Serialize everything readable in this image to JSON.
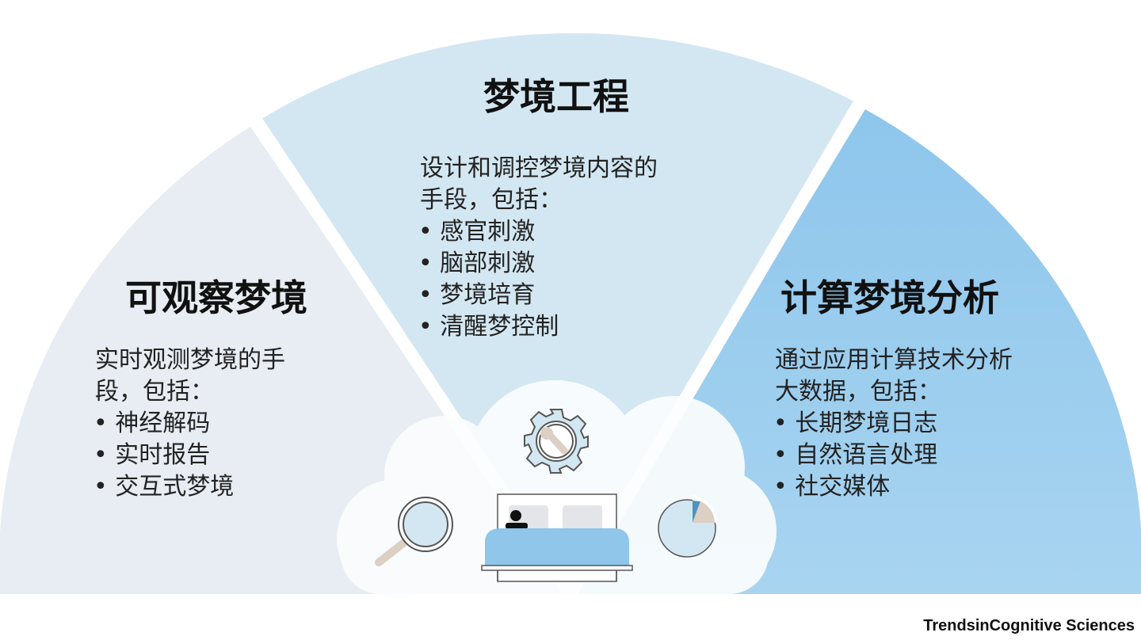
{
  "colors": {
    "left_sector": "#e7edf2",
    "middle_sector": "#d3e7f2",
    "right_sector": "#93c9ec",
    "bed": "#8fc6ea"
  },
  "sectors": {
    "left": {
      "title": "可观察梦境",
      "lines": [
        "实时观测梦境的手",
        "段，包括："
      ],
      "bullets": [
        "• 神经解码",
        "• 实时报告",
        "• 交互式梦境"
      ]
    },
    "middle": {
      "title": "梦境工程",
      "lines": [
        "设计和调控梦境内容的",
        "手段，包括："
      ],
      "bullets": [
        "• 感官刺激",
        "• 脑部刺激",
        "• 梦境培育",
        "• 清醒梦控制"
      ]
    },
    "right": {
      "title": "计算梦境分析",
      "lines": [
        "通过应用计算技术分析",
        "大数据，包括："
      ],
      "bullets": [
        "• 长期梦境日志",
        "• 自然语言处理",
        "• 社交媒体"
      ]
    }
  },
  "icons": [
    "magnifier-icon",
    "gear-wrench-icon",
    "bed-sleeper-icon",
    "pie-chart-icon"
  ],
  "footer": "TrendsinCognitive Sciences"
}
